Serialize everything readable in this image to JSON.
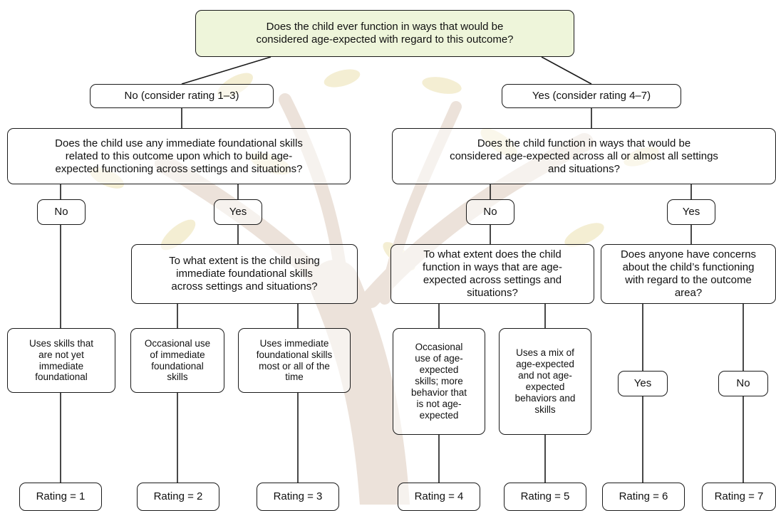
{
  "diagram": {
    "root_question": "Does the child ever function in ways that would be\nconsidered age-expected with regard to this outcome?",
    "no_branch": "No (consider rating 1–3)",
    "yes_branch": "Yes (consider rating 4–7)",
    "left_question": "Does the child use any immediate foundational skills\nrelated to this outcome upon which to build age-\nexpected functioning across settings and situations?",
    "right_question": "Does the child function in ways that would be\nconsidered age-expected across all or almost all settings\nand situations?",
    "left_no": "No",
    "left_yes": "Yes",
    "right_no": "No",
    "right_yes": "Yes",
    "left_extent_question": "To what extent is the child using\nimmediate foundational skills\nacross settings and situations?",
    "right_extent_question": "To what extent does the child\nfunction in ways that are age-\nexpected across settings and\nsituations?",
    "concerns_question": "Does anyone have concerns\nabout the child’s functioning\nwith regard to the outcome\narea?",
    "outcome_1": "Uses skills that\nare not yet\nimmediate\nfoundational",
    "outcome_2": "Occasional use\nof immediate\nfoundational\nskills",
    "outcome_3": "Uses immediate\nfoundational skills\nmost or all of the\ntime",
    "outcome_4": "Occasional\nuse of age-\nexpected\nskills; more\nbehavior that\nis not age-\nexpected",
    "outcome_5": "Uses a mix of\nage-expected\nand not age-\nexpected\nbehaviors and\nskills",
    "concerns_yes": "Yes",
    "concerns_no": "No",
    "ratings": [
      "Rating = 1",
      "Rating = 2",
      "Rating = 3",
      "Rating = 4",
      "Rating = 5",
      "Rating = 6",
      "Rating = 7"
    ]
  },
  "colors": {
    "box_fill": "#ecf4d6",
    "line": "#1a1a1a",
    "tree_trunk": "#e9dcd4",
    "tree_leaves": "#f3ecc9"
  }
}
